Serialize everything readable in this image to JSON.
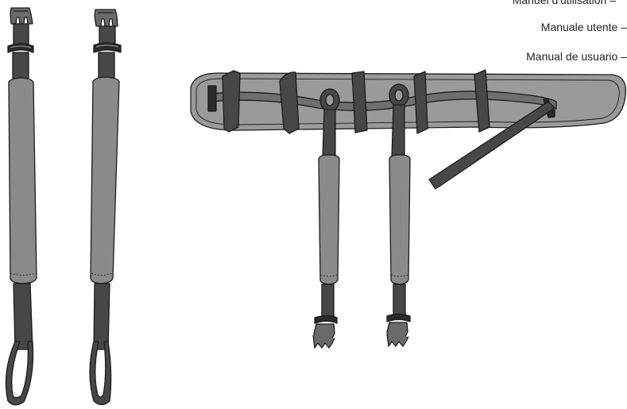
{
  "manual_titles": {
    "french": "Manuel d'utilisation –",
    "italian": "Manuale utente –",
    "spanish": "Manual de usuario –"
  },
  "colors": {
    "strap": "#474747",
    "padding": "#8a8a8a",
    "outline": "#1c1c1c",
    "belt": "#9a9a9a"
  }
}
